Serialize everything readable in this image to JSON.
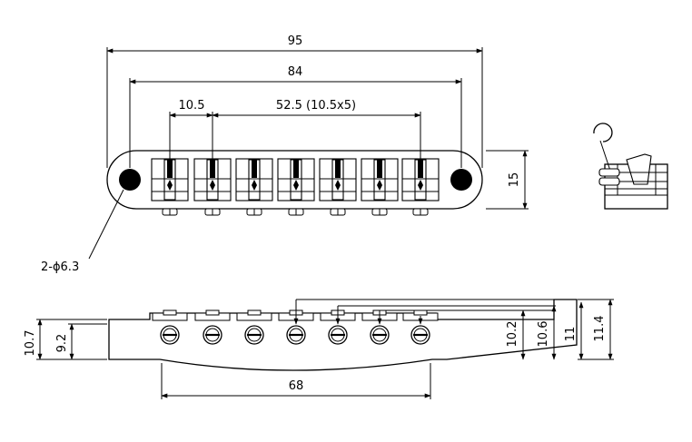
{
  "top_view": {
    "overall_length": "95",
    "post_spacing": "84",
    "string_spacing": "10.5",
    "total_spacing": "52.5 (10.5x5)",
    "width": "15",
    "hole_label": "2-ϕ6.3"
  },
  "side_view": {
    "height_left_outer": "10.7",
    "height_left_inner": "9.2",
    "bottom_span": "68",
    "height_a": "10.2",
    "height_b": "10.6",
    "height_c": "11",
    "height_d": "11.4"
  },
  "icons": {
    "retaining_clip": "c-clip-icon",
    "saddle": "saddle-icon",
    "intonation_screw": "screw-head-icon"
  }
}
